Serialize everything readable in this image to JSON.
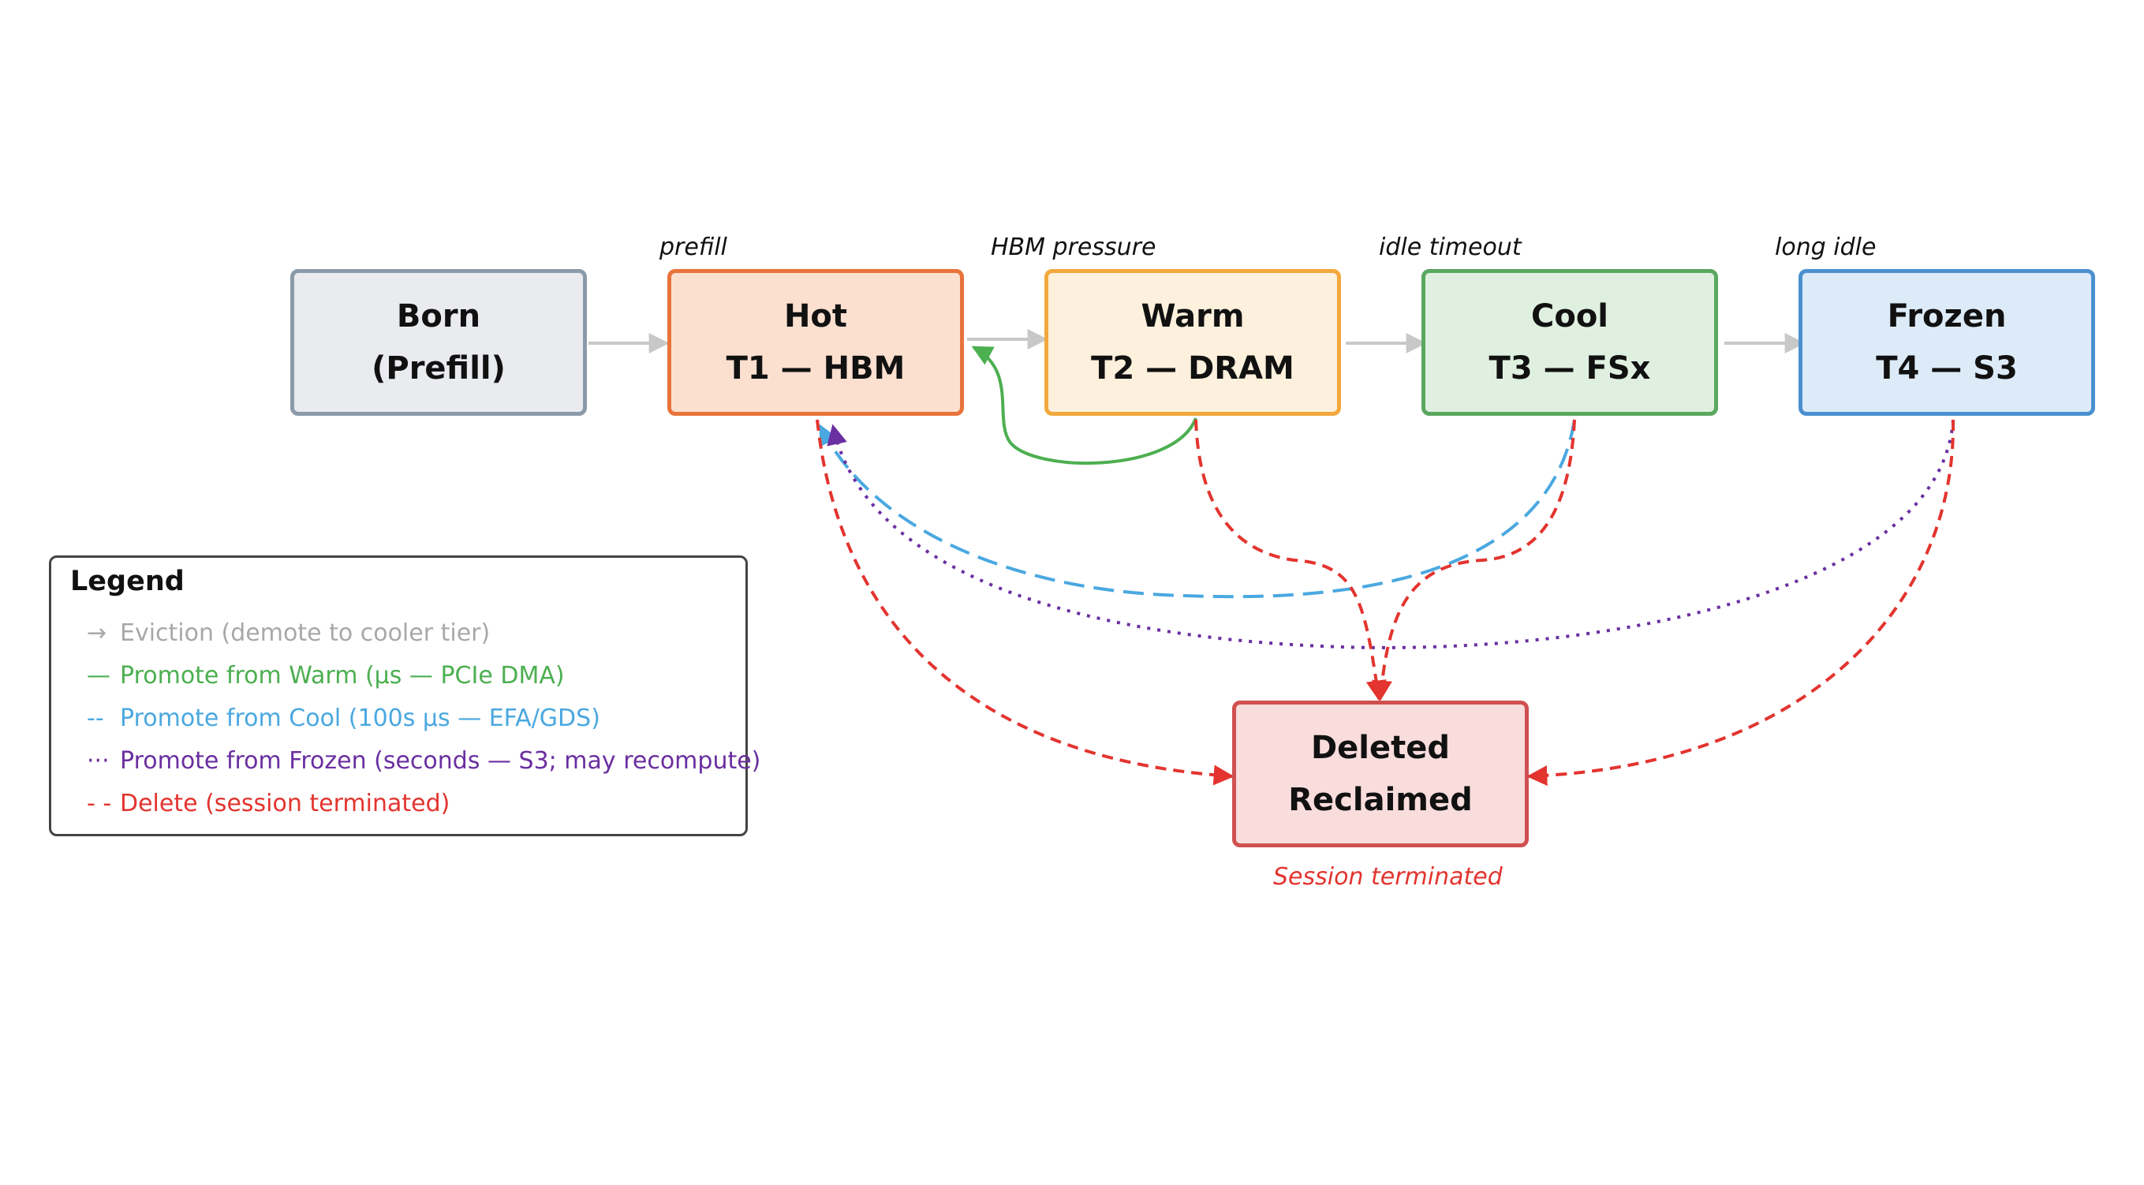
{
  "colors": {
    "eviction": "#c8c8c8",
    "warm_promote": "#4caf50",
    "cool_promote": "#4aa8e0",
    "frozen_promote": "#6a2fa0",
    "delete": "#e3342f"
  },
  "nodes": {
    "born": {
      "line1": "Born",
      "line2": "(Prefill)",
      "fill": "#e9ebef",
      "border": "#8a9aa8"
    },
    "hot": {
      "line1": "Hot",
      "line2": "T1 — HBM",
      "fill": "#fbe0d0",
      "border": "#e8733a"
    },
    "warm": {
      "line1": "Warm",
      "line2": "T2 — DRAM",
      "fill": "#fdf0dc",
      "border": "#f2a83c"
    },
    "cool": {
      "line1": "Cool",
      "line2": "T3 — FSx",
      "fill": "#dff0e0",
      "border": "#5aa860"
    },
    "frozen": {
      "line1": "Frozen",
      "line2": "T4 — S3",
      "fill": "#ddebf8",
      "border": "#4a90d0"
    },
    "deleted": {
      "line1": "Deleted",
      "line2": "Reclaimed",
      "fill": "#f9dcdc",
      "border": "#d05050"
    }
  },
  "edge_labels": {
    "prefill": "prefill",
    "hbm_pressure": "HBM pressure",
    "idle_timeout": "idle timeout",
    "long_idle": "long idle"
  },
  "deleted_caption": "Session terminated",
  "legend": {
    "title": "Legend",
    "items": [
      {
        "symbol": "→",
        "label": "Eviction (demote to cooler tier)",
        "color": "#a8a8a8"
      },
      {
        "symbol": "—",
        "label": "Promote from Warm (µs — PCIe DMA)",
        "color": "#4caf50"
      },
      {
        "symbol": "--",
        "label": "Promote from Cool (100s µs — EFA/GDS)",
        "color": "#4aa8e0"
      },
      {
        "symbol": "···",
        "label": "Promote from Frozen (seconds — S3; may recompute)",
        "color": "#6a2fa0"
      },
      {
        "symbol": "- -",
        "label": "Delete (session terminated)",
        "color": "#e3342f"
      }
    ]
  }
}
